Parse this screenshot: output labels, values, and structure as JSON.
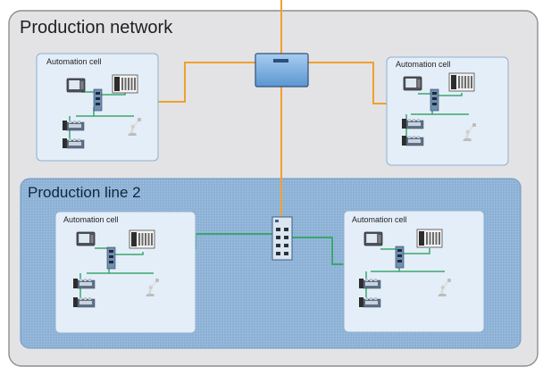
{
  "network": {
    "title": "Production network"
  },
  "production_line": {
    "title": "Production line 2"
  },
  "cells": [
    {
      "label": "Automation cell"
    },
    {
      "label": "Automation cell"
    },
    {
      "label": "Automation cell"
    },
    {
      "label": "Automation cell"
    }
  ],
  "colors": {
    "network_bg": "#e3e3e5",
    "line_bg": "#8fb3d4",
    "cell_bg": "#e4eef8",
    "cell_border": "#8fb0d0",
    "orange_link": "#f0a030",
    "green_link": "#3aa76d",
    "device_blue": "#5d8bc0"
  },
  "icons": [
    "hmi-panel-icon",
    "plc-rack-icon",
    "field-switch-icon",
    "io-module-icon",
    "robot-arm-icon",
    "central-router-icon",
    "line-switch-icon"
  ]
}
